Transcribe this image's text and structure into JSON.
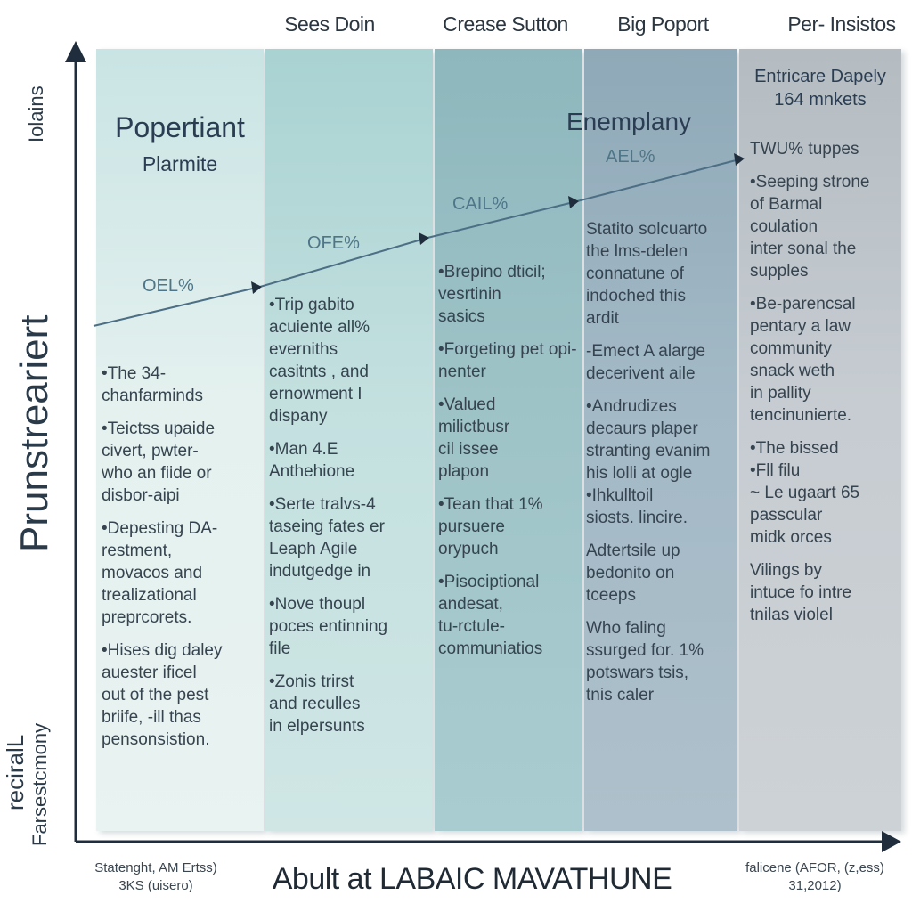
{
  "columns": [
    {
      "header": "Sees Doin"
    },
    {
      "header": "Crease Sutton"
    },
    {
      "header": "Big Poport"
    },
    {
      "header": "Per- Insistos"
    }
  ],
  "panels": {
    "p1": {
      "title": "Popertiant",
      "subtitle": "Plarmite",
      "bullets": [
        "•The 34-\nchanfarminds",
        "•Teictss upaide\ncivert, pwter-\nwho an fiide or\ndisbor-aipi",
        "•Depesting DA-\nrestment,\nmovacos and\ntrealizational\npreprcorets.",
        "•Hises dig daley\nauester ificel\nout of the pest\nbriife, -ill thas\npensonsistion."
      ]
    },
    "p2": {
      "bullets": [
        "•Trip gabito\nacuiente all%\neverniths\ncasitnts , and\nernowment I\ndispany",
        "•Man 4.E\nAnthehione",
        "•Serte tralvs-4\ntaseing fates er\nLeaph Agile\nindutgedge in",
        "•Nove thoupl\npoces entinning\nfile",
        "•Zonis trirst\nand reculles\nin elpersunts"
      ]
    },
    "p3": {
      "bullets": [
        "•Brepino dticil;\nvesrtinin\nsasics",
        "•Forgeting pet opi-\nnenter",
        "•Valued\nmilictbusr\ncil issee\nplapon",
        "•Tean that 1%\npursuere\norypuch",
        "•Pisociptional\nandesat,\ntu-rctule-\ncommuniatios"
      ]
    },
    "p4": {
      "title": "Enemplany",
      "bullets": [
        "Statito solcuarto\nthe lms-delen\nconnatune of\nindoched this\nardit",
        "-Emect A alarge\ndecerivent aile",
        "•Andrudizes\ndecaurs plaper\nstranting evanim\nhis lolli at ogle\n•Ihkulltoil\nsiosts. lincire.",
        "Adtertsile up\nbedonito on\ntceeps",
        "Who faling\nssurged for. 1%\npotswars tsis,\ntnis caler"
      ]
    },
    "p5": {
      "title": "Entricare Dapely\n164 mnkets",
      "bullets": [
        "TWU% tuppes",
        "•Seeping strone\nof Barmal\ncoulation\ninter sonal the\nsupples",
        "•Be-parencsal\npentary a law\ncommunity\nsnack weth\nin pallity\ntencinunierte.",
        "•The bissed\n•Fll filu\n~ Le ugaart 65\npasscular\nmidk orces",
        "Vilings by\nintuce fo intre\ntnilas violel"
      ]
    }
  },
  "steps": [
    "OEL%",
    "OFE%",
    "CAIL%",
    "AEL%"
  ],
  "axis": {
    "y_top_label": "Iolains",
    "y_main_label": "Prunstreariert",
    "y_bottom_label": "Farsestcmony",
    "y_bottom_label_2": "reciralL"
  },
  "footer": {
    "left": "Statenght, AM Ertss)\n3KS (uisero)",
    "title": "Abult at LABAIC MAVATHUNE",
    "right": "falicene (AFOR, (z,ess)\n31,2012)"
  },
  "colors": {
    "axis": "#1f2d3d",
    "trend": "#4d6f85",
    "panel1": "#e4f1ef",
    "panel2": "#c3e0df",
    "panel3": "#9ec3c7",
    "panel4": "#a3b9c6",
    "panel5": "#c6ccd1"
  }
}
